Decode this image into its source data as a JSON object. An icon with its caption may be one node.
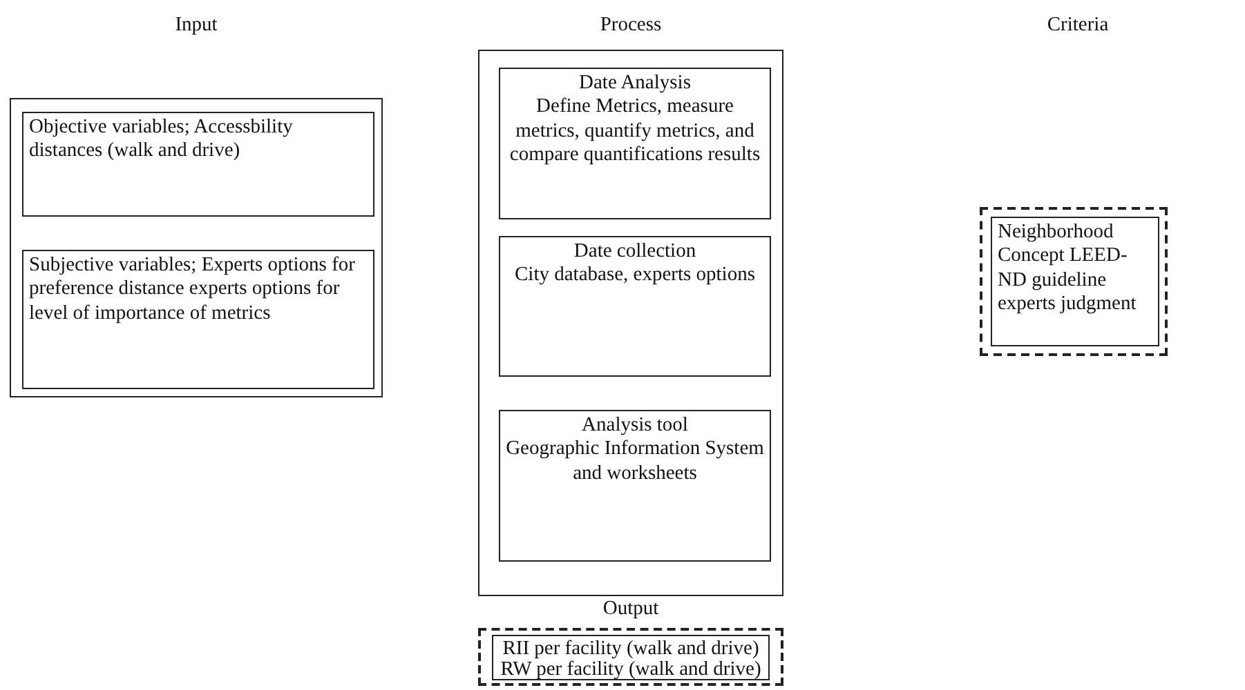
{
  "diagram": {
    "nodes": [
      {
        "text": [
          "Input"
        ]
      },
      {
        "text": [
          "Objective variables; Accessbility distances (walk and drive)"
        ],
        "in": 0
      },
      {
        "text": [
          "Subjective variables; Experts options for preference distance experts options for level of importance of metrics"
        ],
        "in": 0
      },
      {
        "text": [
          "Process"
        ]
      },
      {
        "text": [
          "Date Analysis",
          "Define Metrics, measure metrics, quantify metrics, and compare quantifications results"
        ],
        "in": 3
      },
      {
        "text": [
          "Date collection",
          "City database, experts options"
        ],
        "in": 3
      },
      {
        "text": [
          "Analysis tool",
          "Geographic Information System and worksheets"
        ],
        "in": 3
      },
      {
        "text": [],
        "shape": "box"
      },
      {
        "text": [
          "Neighborhood Concept LEED-ND guideline experts judgment"
        ],
        "in": 7
      },
      {
        "text": [
          "Output"
        ]
      },
      {
        "text": [
          "RII per facility (walk and drive)",
          "RW per facility (walk and drive)"
        ],
        "in": 9
      }
    ],
    "labels": [
      "Criteria"
    ]
  }
}
